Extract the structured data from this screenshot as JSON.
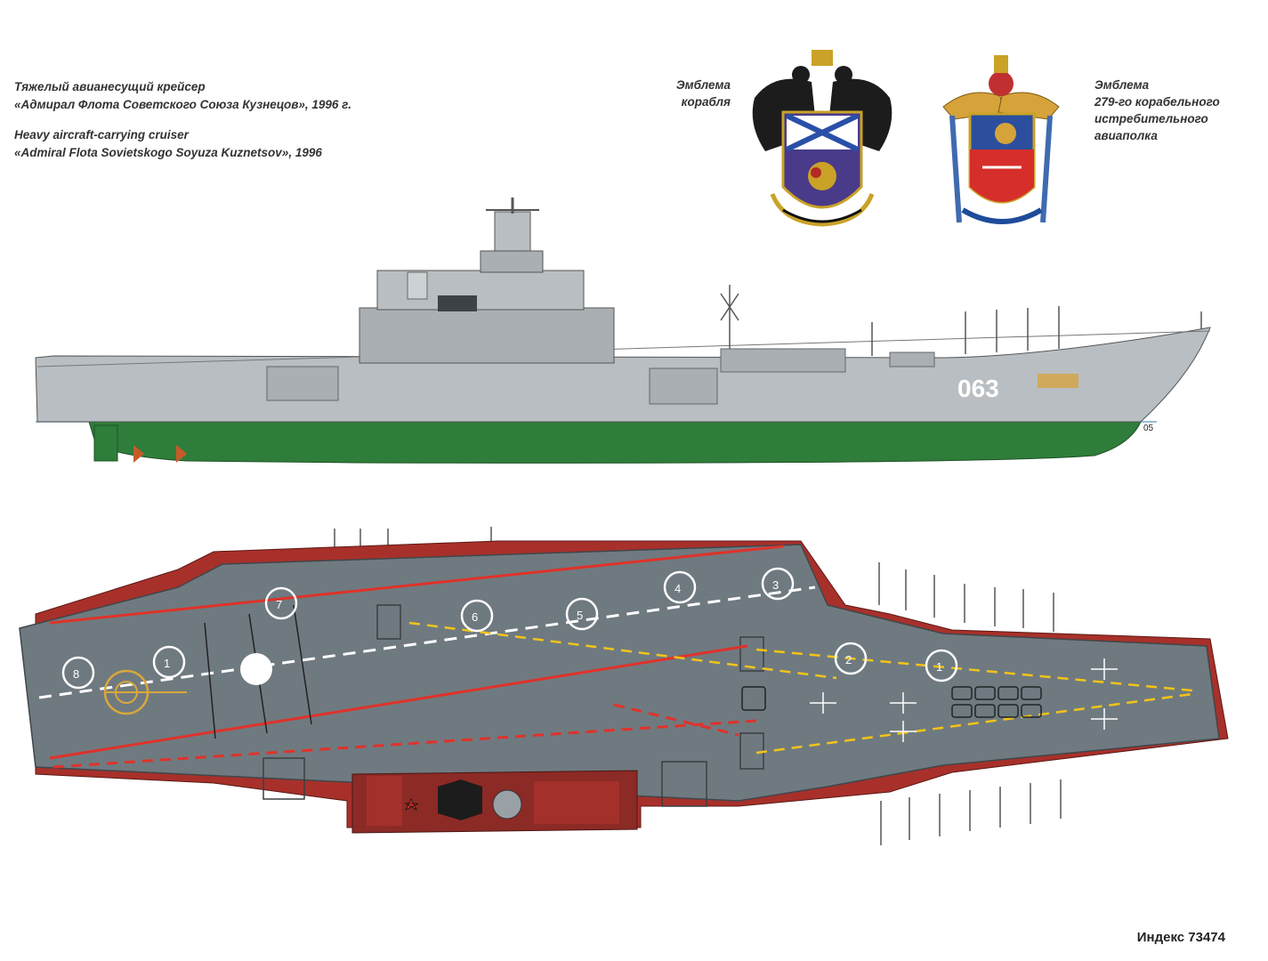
{
  "caption": {
    "ru_line1": "Тяжелый авианесущий крейсер",
    "ru_line2": "«Адмирал Флота Советского Союза Кузнецов», 1996 г.",
    "en_line1": "Heavy aircraft-carrying cruiser",
    "en_line2": "«Admiral Flota Sovietskogo Soyuza Kuznetsov», 1996"
  },
  "emblems": {
    "ship_label_line1": "Эмблема",
    "ship_label_line2": "корабля",
    "regiment_label_line1": "Эмблема",
    "regiment_label_line2": "279-го корабельного",
    "regiment_label_line3": "истребительного",
    "regiment_label_line4": "авиаполка"
  },
  "side_view": {
    "hull_number": "063",
    "draft_mark": "05"
  },
  "deck_spots": [
    "8",
    "1",
    "7",
    "6",
    "5",
    "4",
    "3",
    "2",
    "1"
  ],
  "index_label": "Индекс 73474",
  "colors": {
    "hull_gray": "#b9bec2",
    "waterline_green": "#2f7d3a",
    "deck_gray": "#6f7a80",
    "deck_red": "#a8302a",
    "stripe_red": "#e0322a",
    "stripe_yellow": "#f2c419"
  }
}
